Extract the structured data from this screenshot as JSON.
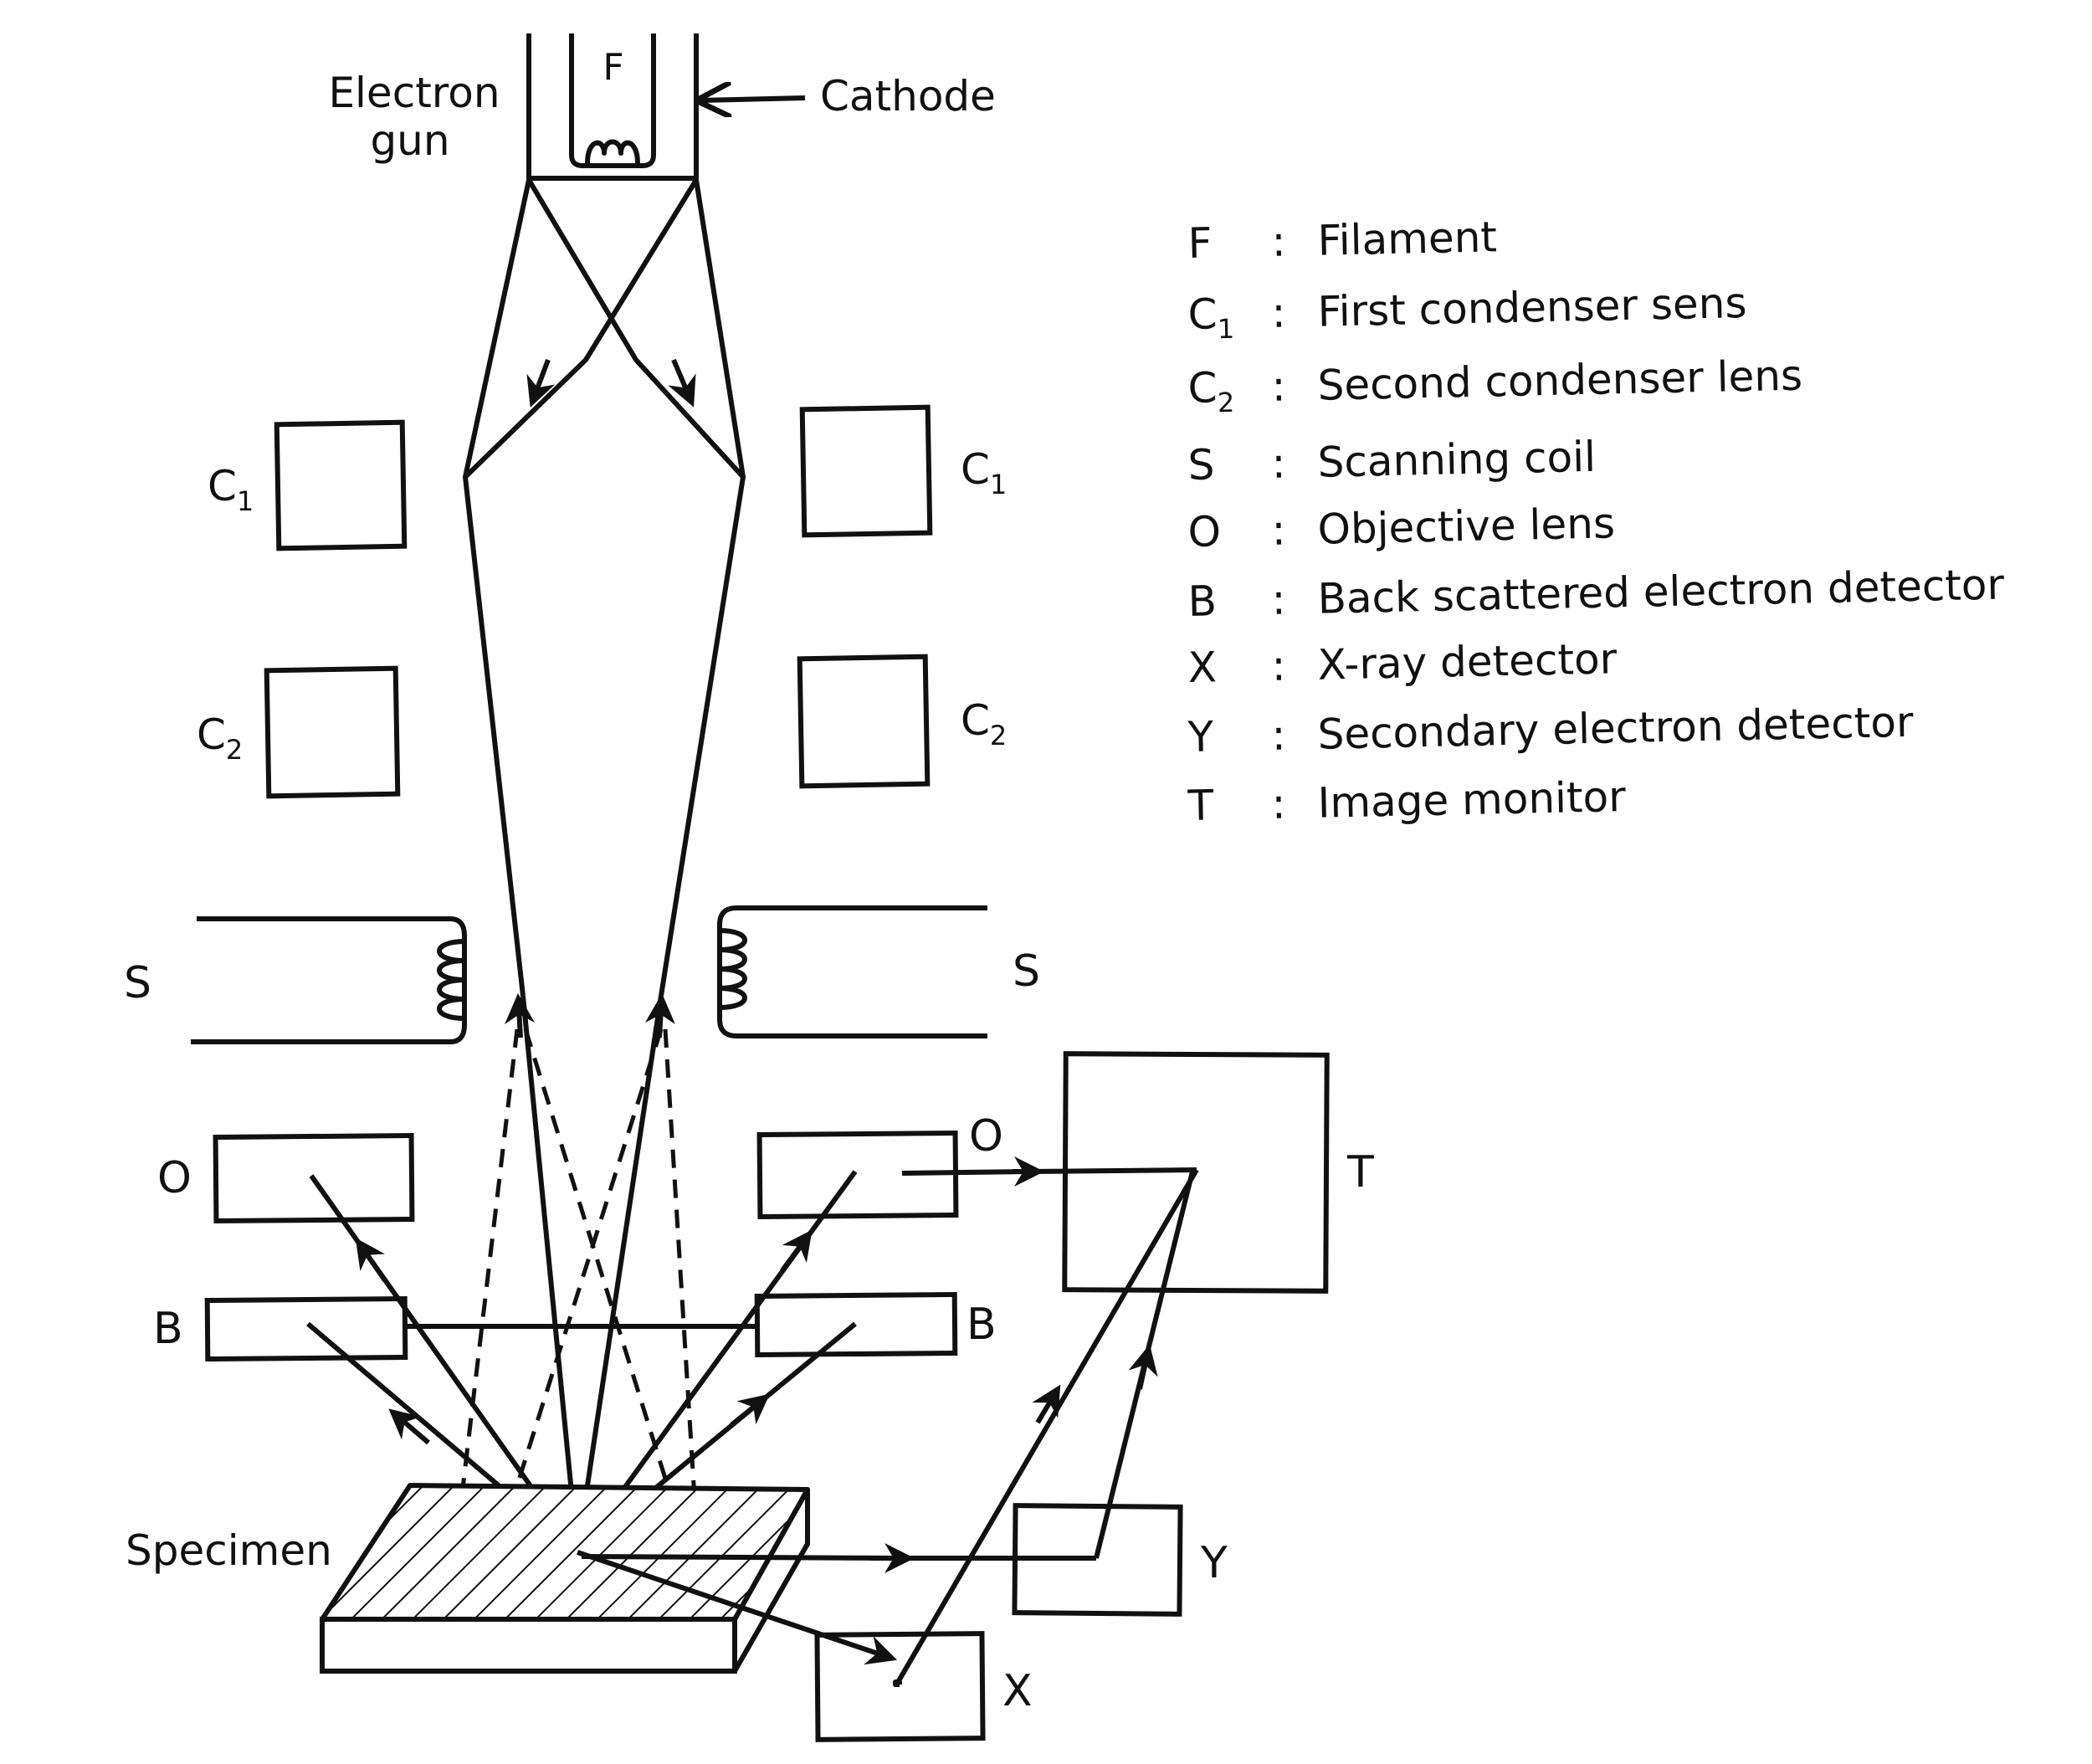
{
  "labels": {
    "filament_mark": "F",
    "electron_gun": [
      "Electron",
      "gun"
    ],
    "cathode": "Cathode",
    "c1_left": {
      "letter": "C",
      "sub": "1"
    },
    "c1_right": {
      "letter": "C",
      "sub": "1"
    },
    "c2_left": {
      "letter": "C",
      "sub": "2"
    },
    "c2_right": {
      "letter": "C",
      "sub": "2"
    },
    "s_left": "S",
    "s_right": "S",
    "o_left": "O",
    "o_right": "O",
    "b_left": "B",
    "b_right": "B",
    "specimen": "Specimen",
    "t_label": "T",
    "y_label": "Y",
    "x_label": "X"
  },
  "legend": [
    {
      "key": "F",
      "sub": "",
      "sep": ":",
      "text": "Filament"
    },
    {
      "key": "C",
      "sub": "1",
      "sep": ":",
      "text": "First condenser sens"
    },
    {
      "key": "C",
      "sub": "2",
      "sep": ":",
      "text": "Second condenser lens"
    },
    {
      "key": "S",
      "sub": "",
      "sep": ":",
      "text": "Scanning coil"
    },
    {
      "key": "O",
      "sub": "",
      "sep": ":",
      "text": "Objective lens"
    },
    {
      "key": "B",
      "sub": "",
      "sep": ":",
      "text": "Back scattered electron detector"
    },
    {
      "key": "X",
      "sub": "",
      "sep": ":",
      "text": "X-ray detector"
    },
    {
      "key": "Y",
      "sub": "",
      "sep": ":",
      "text": "Secondary electron detector"
    },
    {
      "key": "T",
      "sub": "",
      "sep": ":",
      "text": "Image monitor"
    }
  ]
}
